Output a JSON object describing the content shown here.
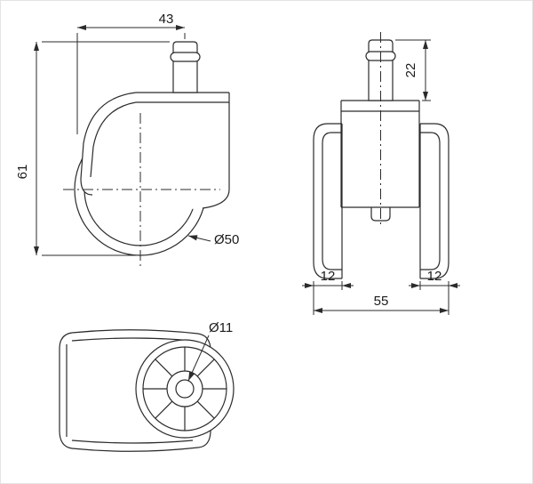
{
  "drawing": {
    "subject": "dual-wheel swivel caster technical drawing, three orthographic views",
    "line_color": "#2b2b2b",
    "background": "#ffffff",
    "views": {
      "front": {
        "width_dim": "43",
        "height_dim": "61",
        "wheel_dia": "Ø50"
      },
      "side": {
        "stem_dim": "22",
        "left_wheel_width_dim": "12",
        "right_wheel_width_dim": "12",
        "overall_width_dim": "55"
      },
      "bottom": {
        "hub_hole_dia": "Ø11"
      }
    }
  }
}
